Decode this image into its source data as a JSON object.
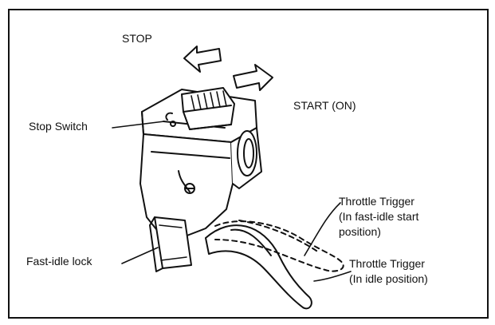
{
  "labels": {
    "stop": "STOP",
    "start": "START (ON)",
    "stop_switch": "Stop Switch",
    "fast_idle_lock": "Fast-idle lock",
    "throttle_fast_idle": {
      "line1": "Throttle Trigger",
      "line2": "(In fast-idle start",
      "line3": "position)"
    },
    "throttle_idle": {
      "line1": "Throttle Trigger",
      "line2": "(In idle position)"
    }
  },
  "colors": {
    "ink": "#111111",
    "paper": "#ffffff"
  }
}
